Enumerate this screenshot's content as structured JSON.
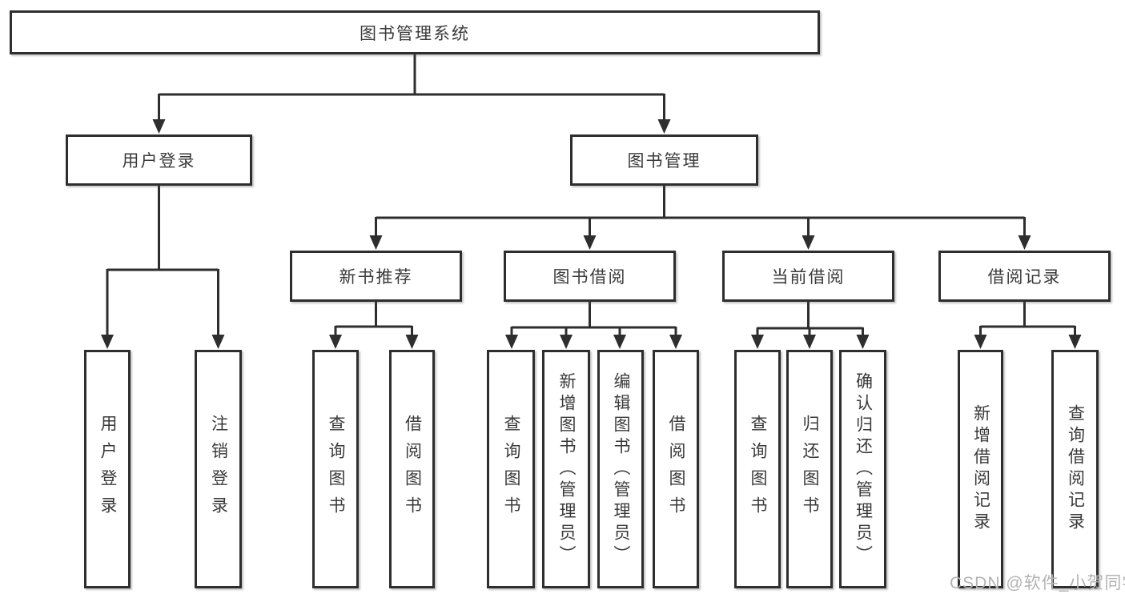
{
  "tree": {
    "root": {
      "label": "图书管理系统"
    },
    "children": [
      {
        "label": "用户登录",
        "children": [
          {
            "label": "用户登录"
          },
          {
            "label": "注销登录"
          }
        ]
      },
      {
        "label": "图书管理",
        "children": [
          {
            "label": "新书推荐",
            "children": [
              {
                "label": "查询图书"
              },
              {
                "label": "借阅图书"
              }
            ]
          },
          {
            "label": "图书借阅",
            "children": [
              {
                "label": "查询图书"
              },
              {
                "label": "新增图书（管理员）"
              },
              {
                "label": "编辑图书（管理员）"
              },
              {
                "label": "借阅图书"
              }
            ]
          },
          {
            "label": "当前借阅",
            "children": [
              {
                "label": "查询图书"
              },
              {
                "label": "归还图书"
              },
              {
                "label": "确认归还（管理员）"
              }
            ]
          },
          {
            "label": "借阅记录",
            "children": [
              {
                "label": "新增借阅记录"
              },
              {
                "label": "查询借阅记录"
              }
            ]
          }
        ]
      }
    ]
  },
  "watermark": {
    "text": "CSDN @软件_小贺同学"
  },
  "colors": {
    "line": "#2e2e2e",
    "text": "#3a3a3a",
    "background": "#ffffff",
    "watermark": "#b3b3b3"
  }
}
